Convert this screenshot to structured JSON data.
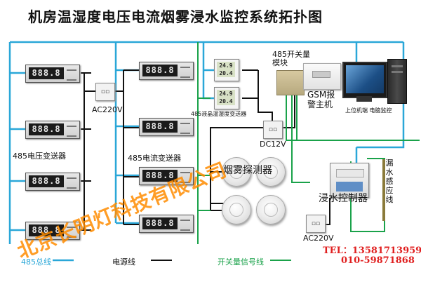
{
  "title": "机房温湿度电压电流烟雾浸水监控系统拓扑图",
  "labels": {
    "voltage_transmitter": "485电压变送器",
    "current_transmitter": "485电流变送器",
    "ac220v_top": "AC220V",
    "ac220v_bottom": "AC220V",
    "dc12v": "DC12V",
    "temp_humidity_transmitter": "485液晶温湿度变送器",
    "switch_module": "485开关量模块",
    "gsm_alarm": "GSM报警主机",
    "host_pc": "上位机端 电脑监控",
    "smoke_detector": "烟雾探测器",
    "water_controller": "浸水控制器",
    "water_sensor_line": "漏水感应线"
  },
  "displays": {
    "meter_reading": "888.8",
    "temperature": "24.9",
    "humidity": "20.4"
  },
  "legend": {
    "bus_485": "485总线",
    "power_line": "电源线",
    "switch_signal_line": "开关量信号线"
  },
  "contact": {
    "tel": "TEL：13581713959",
    "phone": "010-59871868"
  },
  "watermark": "北京长明灯科技有限公司",
  "colors": {
    "bus_485": "#2aa7d8",
    "power_line": "#111111",
    "switch_signal_line": "#1aa24a",
    "contact": "#e01f1f",
    "watermark": "#ff8c00"
  }
}
